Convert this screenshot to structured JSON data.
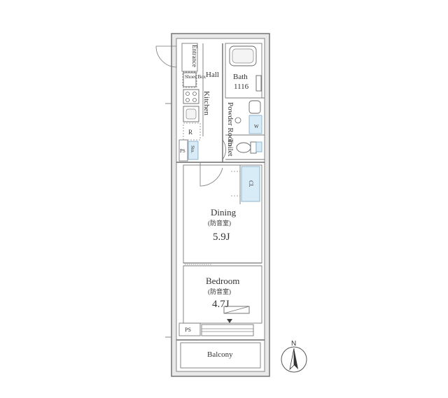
{
  "rooms": {
    "entrance": "Entrance",
    "shoes_box": "Shoes Box",
    "hall": "Hall",
    "bath": "Bath",
    "bath_size": "1116",
    "kitchen": "Kitchen",
    "powder_room": "Powder Room",
    "refrigerator": "R",
    "washer": "W",
    "toilet": "Toilet",
    "ps_top": "PS",
    "storage": "Sto.",
    "closet": "Cl.",
    "dining": "Dining",
    "dining_note": "(防音室)",
    "dining_size": "5.9J",
    "bedroom": "Bedroom",
    "bedroom_note": "(防音室)",
    "bedroom_size": "4.7J",
    "ps_bottom": "PS",
    "balcony": "Balcony"
  },
  "compass": {
    "north": "N"
  }
}
